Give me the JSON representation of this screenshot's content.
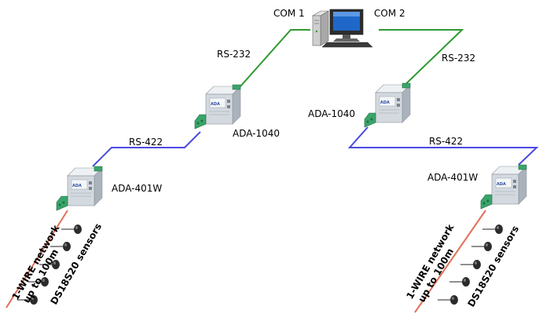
{
  "pc": {
    "com1": "COM 1",
    "com2": "COM 2"
  },
  "links": {
    "left_rs232": "RS-232",
    "right_rs232": "RS-232",
    "left_rs422": "RS-422",
    "right_rs422": "RS-422"
  },
  "devices": {
    "left_converter": "ADA-1040",
    "right_converter": "ADA-1040",
    "left_hub": "ADA-401W",
    "right_hub": "ADA-401W",
    "device_badge": "ADA"
  },
  "networks": {
    "left": {
      "line1": "1-WIRE network",
      "line2": "up to 100m",
      "sensors": "DS18S20 sensors"
    },
    "right": {
      "line1": "1-WIRE network",
      "line2": "up to 100m",
      "sensors": "DS18S20 sensors"
    }
  },
  "colors": {
    "rs232": "#2e9a2e",
    "rs422": "#4a4adf",
    "wire": "#e07058",
    "terminal": "#3aa46a",
    "case": "#c8d0d8"
  }
}
